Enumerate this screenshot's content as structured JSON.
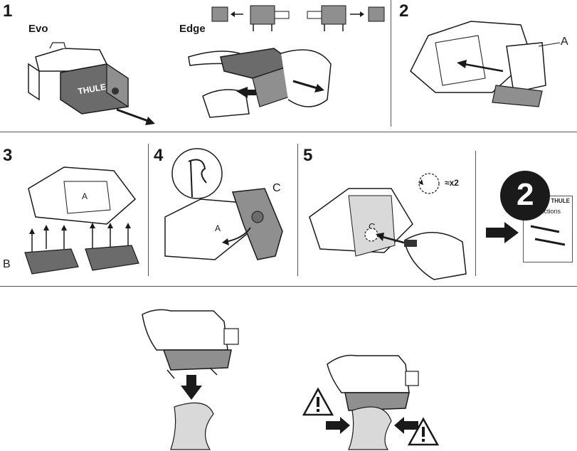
{
  "steps": {
    "s1": "1",
    "s2": "2",
    "s3": "3",
    "s4": "4",
    "s5": "5"
  },
  "step1": {
    "label_evo": "Evo",
    "label_edge": "Edge",
    "brand": "THULE"
  },
  "callouts": {
    "a": "A",
    "a_part": "A",
    "b": "B",
    "c": "C",
    "c_part": "C"
  },
  "step5": {
    "repeat": "x2"
  },
  "next_ref": {
    "number": "2",
    "doc_title": "Instructions",
    "doc_brand": "THULE"
  },
  "colors": {
    "foot_dark": "#6b6b6b",
    "foot_mid": "#8f8f8f",
    "pad_light": "#d9d9d9",
    "ink": "#1a1a1a"
  }
}
